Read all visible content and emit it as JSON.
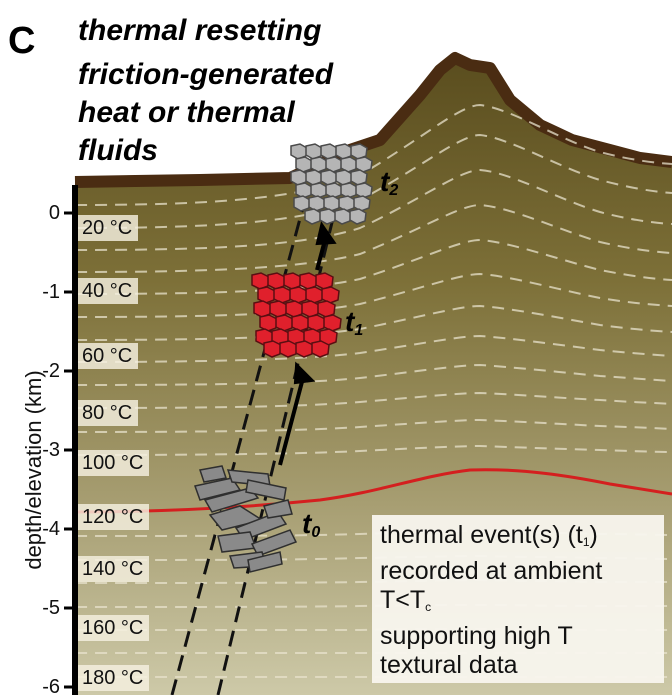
{
  "panel": {
    "letter": "C",
    "title_lines": [
      "thermal resetting",
      "friction-generated",
      "heat or thermal",
      "fluids"
    ]
  },
  "axis": {
    "title": "depth/elevation (km)",
    "ticks": [
      "0",
      "-1",
      "-2",
      "-3",
      "-4",
      "-5",
      "-6"
    ]
  },
  "temperature_labels": [
    "20 °C",
    "40 °C",
    "60 °C",
    "80 °C",
    "100 °C",
    "120 °C",
    "140 °C",
    "160 °C",
    "180 °C"
  ],
  "time_labels": {
    "t0": {
      "base": "t",
      "sub": "0"
    },
    "t1": {
      "base": "t",
      "sub": "1"
    },
    "t2": {
      "base": "t",
      "sub": "2"
    }
  },
  "note": {
    "line1_pre": "thermal event(s) (t",
    "line1_sub": "1",
    "line1_post": ")",
    "line2": "recorded at ambient",
    "line3_pre": "T<T",
    "line3_sub": "c",
    "line4": "supporting high T",
    "line5": "textural data"
  },
  "colors": {
    "ground_top": "#5a4d1e",
    "ground_bottom": "#cdc9a8",
    "crust": "#4a2c12",
    "isotherm": "#e8e2cc",
    "closure_isotherm": "#d41f1f",
    "t1_clasts": "#e0202c",
    "t2_clasts": "#b5b5b5",
    "t0_clasts": "#8a8a8a"
  }
}
